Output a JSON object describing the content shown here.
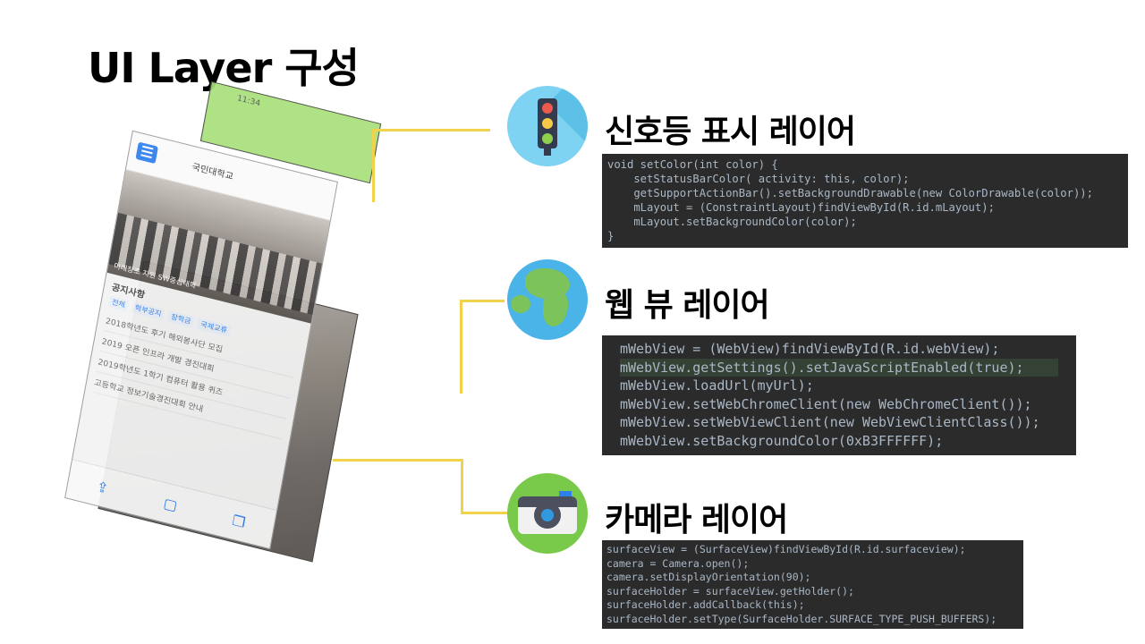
{
  "title": "UI Layer 구성",
  "layers": {
    "signal_time": "11:34",
    "web_logo": "국민대학교",
    "web_hero_caption": "미래창조 지원 SW중심대학",
    "notice_title": "공지사항",
    "notice_tabs": [
      "전체",
      "학부공지",
      "장학금",
      "국제교류"
    ],
    "notice_rows": [
      "2018학년도 후기 해외봉사단 모집",
      "2019 오픈 인프라 개발 경진대회",
      "2019학년도 1학기 컴퓨터 활용 퀴즈",
      "고등학교 정보기술경진대회 안내"
    ]
  },
  "sections": [
    {
      "title": "신호등 표시 레이어",
      "icon": "traffic-light-icon",
      "code": [
        "void setColor(int color) {",
        "    setStatusBarColor( activity: this, color);",
        "    getSupportActionBar().setBackgroundDrawable(new ColorDrawable(color));",
        "    mLayout = (ConstraintLayout)findViewById(R.id.mLayout);",
        "    mLayout.setBackgroundColor(color);",
        "}"
      ]
    },
    {
      "title": "웹 뷰 레이어",
      "icon": "globe-icon",
      "code": [
        "mWebView = (WebView)findViewById(R.id.webView);",
        "mWebView.getSettings().setJavaScriptEnabled(true);",
        "mWebView.loadUrl(myUrl);",
        "mWebView.setWebChromeClient(new WebChromeClient());",
        "mWebView.setWebViewClient(new WebViewClientClass());",
        "mWebView.setBackgroundColor(0xB3FFFFFF);"
      ]
    },
    {
      "title": "카메라 레이어",
      "icon": "camera-icon",
      "code": [
        "surfaceView = (SurfaceView)findViewById(R.id.surfaceview);",
        "camera = Camera.open();",
        "camera.setDisplayOrientation(90);",
        "surfaceHolder = surfaceView.getHolder();",
        "surfaceHolder.addCallback(this);",
        "surfaceHolder.setType(SurfaceHolder.SURFACE_TYPE_PUSH_BUFFERS);"
      ]
    }
  ],
  "colors": {
    "connector": "#f2d24b",
    "code_bg": "#2b2b2b",
    "signal_layer": "#a8e07a"
  }
}
